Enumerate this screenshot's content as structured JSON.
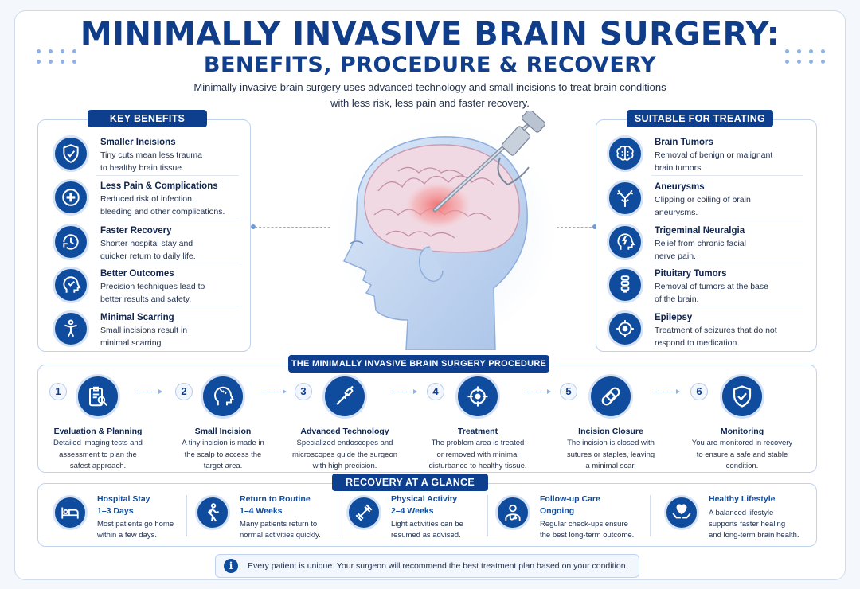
{
  "header": {
    "title_line1": "MINIMALLY INVASIVE BRAIN SURGERY:",
    "title_line2": "BENEFITS, PROCEDURE & RECOVERY",
    "intro_line1": "Minimally invasive brain surgery uses advanced technology and small incisions to treat brain conditions",
    "intro_line2": "with less risk, less pain and faster recovery."
  },
  "benefits": {
    "title": "KEY BENEFITS",
    "items": [
      {
        "title": "Smaller Incisions",
        "line1": "Tiny cuts mean less trauma",
        "line2": "to healthy brain tissue.",
        "icon": "shield-check-icon"
      },
      {
        "title": "Less Pain & Complications",
        "line1": "Reduced risk of infection,",
        "line2": "bleeding and other complications.",
        "icon": "medical-cross-icon"
      },
      {
        "title": "Faster Recovery",
        "line1": "Shorter hospital stay and",
        "line2": "quicker return to daily life.",
        "icon": "recovery-clock-icon"
      },
      {
        "title": "Better Outcomes",
        "line1": "Precision techniques lead to",
        "line2": "better results and safety.",
        "icon": "head-check-icon"
      },
      {
        "title": "Minimal Scarring",
        "line1": "Small incisions result in",
        "line2": "minimal scarring.",
        "icon": "person-icon"
      }
    ]
  },
  "treating": {
    "title": "SUITABLE FOR TREATING",
    "items": [
      {
        "title": "Brain Tumors",
        "line1": "Removal of benign or malignant",
        "line2": "brain tumors.",
        "icon": "brain-icon"
      },
      {
        "title": "Aneurysms",
        "line1": "Clipping or coiling of brain",
        "line2": "aneurysms.",
        "icon": "vessel-icon"
      },
      {
        "title": "Trigeminal Neuralgia",
        "line1": "Relief from chronic facial",
        "line2": "nerve pain.",
        "icon": "head-bolt-icon"
      },
      {
        "title": "Pituitary Tumors",
        "line1": "Removal of tumors at the base",
        "line2": "of the brain.",
        "icon": "spine-icon"
      },
      {
        "title": "Epilepsy",
        "line1": "Treatment of seizures that do not",
        "line2": "respond to medication.",
        "icon": "target-icon"
      }
    ]
  },
  "procedure": {
    "title": "THE MINIMALLY INVASIVE BRAIN SURGERY PROCEDURE",
    "steps": [
      {
        "num": "1",
        "title": "Evaluation & Planning",
        "line1": "Detailed imaging tests and",
        "line2": "assessment to plan the",
        "line3": "safest approach.",
        "icon": "clipboard-search-icon"
      },
      {
        "num": "2",
        "title": "Small Incision",
        "line1": "A tiny incision is made in",
        "line2": "the scalp to access the",
        "line3": "target area.",
        "icon": "head-incision-icon"
      },
      {
        "num": "3",
        "title": "Advanced Technology",
        "line1": "Specialized endoscopes and",
        "line2": "microscopes guide the surgeon",
        "line3": "with high precision.",
        "icon": "endoscope-icon"
      },
      {
        "num": "4",
        "title": "Treatment",
        "line1": "The problem area is treated",
        "line2": "or removed with minimal",
        "line3": "disturbance to healthy tissue.",
        "icon": "crosshair-icon"
      },
      {
        "num": "5",
        "title": "Incision Closure",
        "line1": "The incision is closed with",
        "line2": "sutures or staples, leaving",
        "line3": "a minimal scar.",
        "icon": "bandage-icon"
      },
      {
        "num": "6",
        "title": "Monitoring",
        "line1": "You are monitored in recovery",
        "line2": "to ensure a safe and stable",
        "line3": "condition.",
        "icon": "shield-check-icon"
      }
    ]
  },
  "recovery": {
    "title": "RECOVERY AT A GLANCE",
    "items": [
      {
        "title": "Hospital Stay",
        "sub": "1–3 Days",
        "line1": "Most patients go home",
        "line2": "within a few days.",
        "icon": "hospital-bed-icon"
      },
      {
        "title": "Return to Routine",
        "sub": "1–4 Weeks",
        "line1": "Many patients return to",
        "line2": "normal activities quickly.",
        "icon": "walking-icon"
      },
      {
        "title": "Physical Activity",
        "sub": "2–4 Weeks",
        "line1": "Light activities can be",
        "line2": "resumed as advised.",
        "icon": "dumbbell-icon"
      },
      {
        "title": "Follow-up Care",
        "sub": "Ongoing",
        "line1": "Regular check-ups ensure",
        "line2": "the best long-term outcome.",
        "icon": "doctor-icon"
      },
      {
        "title": "Healthy Lifestyle",
        "sub": "",
        "line1": "A balanced lifestyle",
        "line2": "supports faster healing",
        "line3": "and long-term brain health.",
        "icon": "heart-hands-icon"
      }
    ]
  },
  "footer": {
    "info_glyph": "i",
    "note": "Every patient is unique. Your surgeon will recommend the best treatment plan based on your condition."
  },
  "colors": {
    "primary": "#0f4c9e",
    "title": "#0f3d8a",
    "accent_light": "#d6e3f6",
    "panel_border": "#bfd2ee"
  }
}
